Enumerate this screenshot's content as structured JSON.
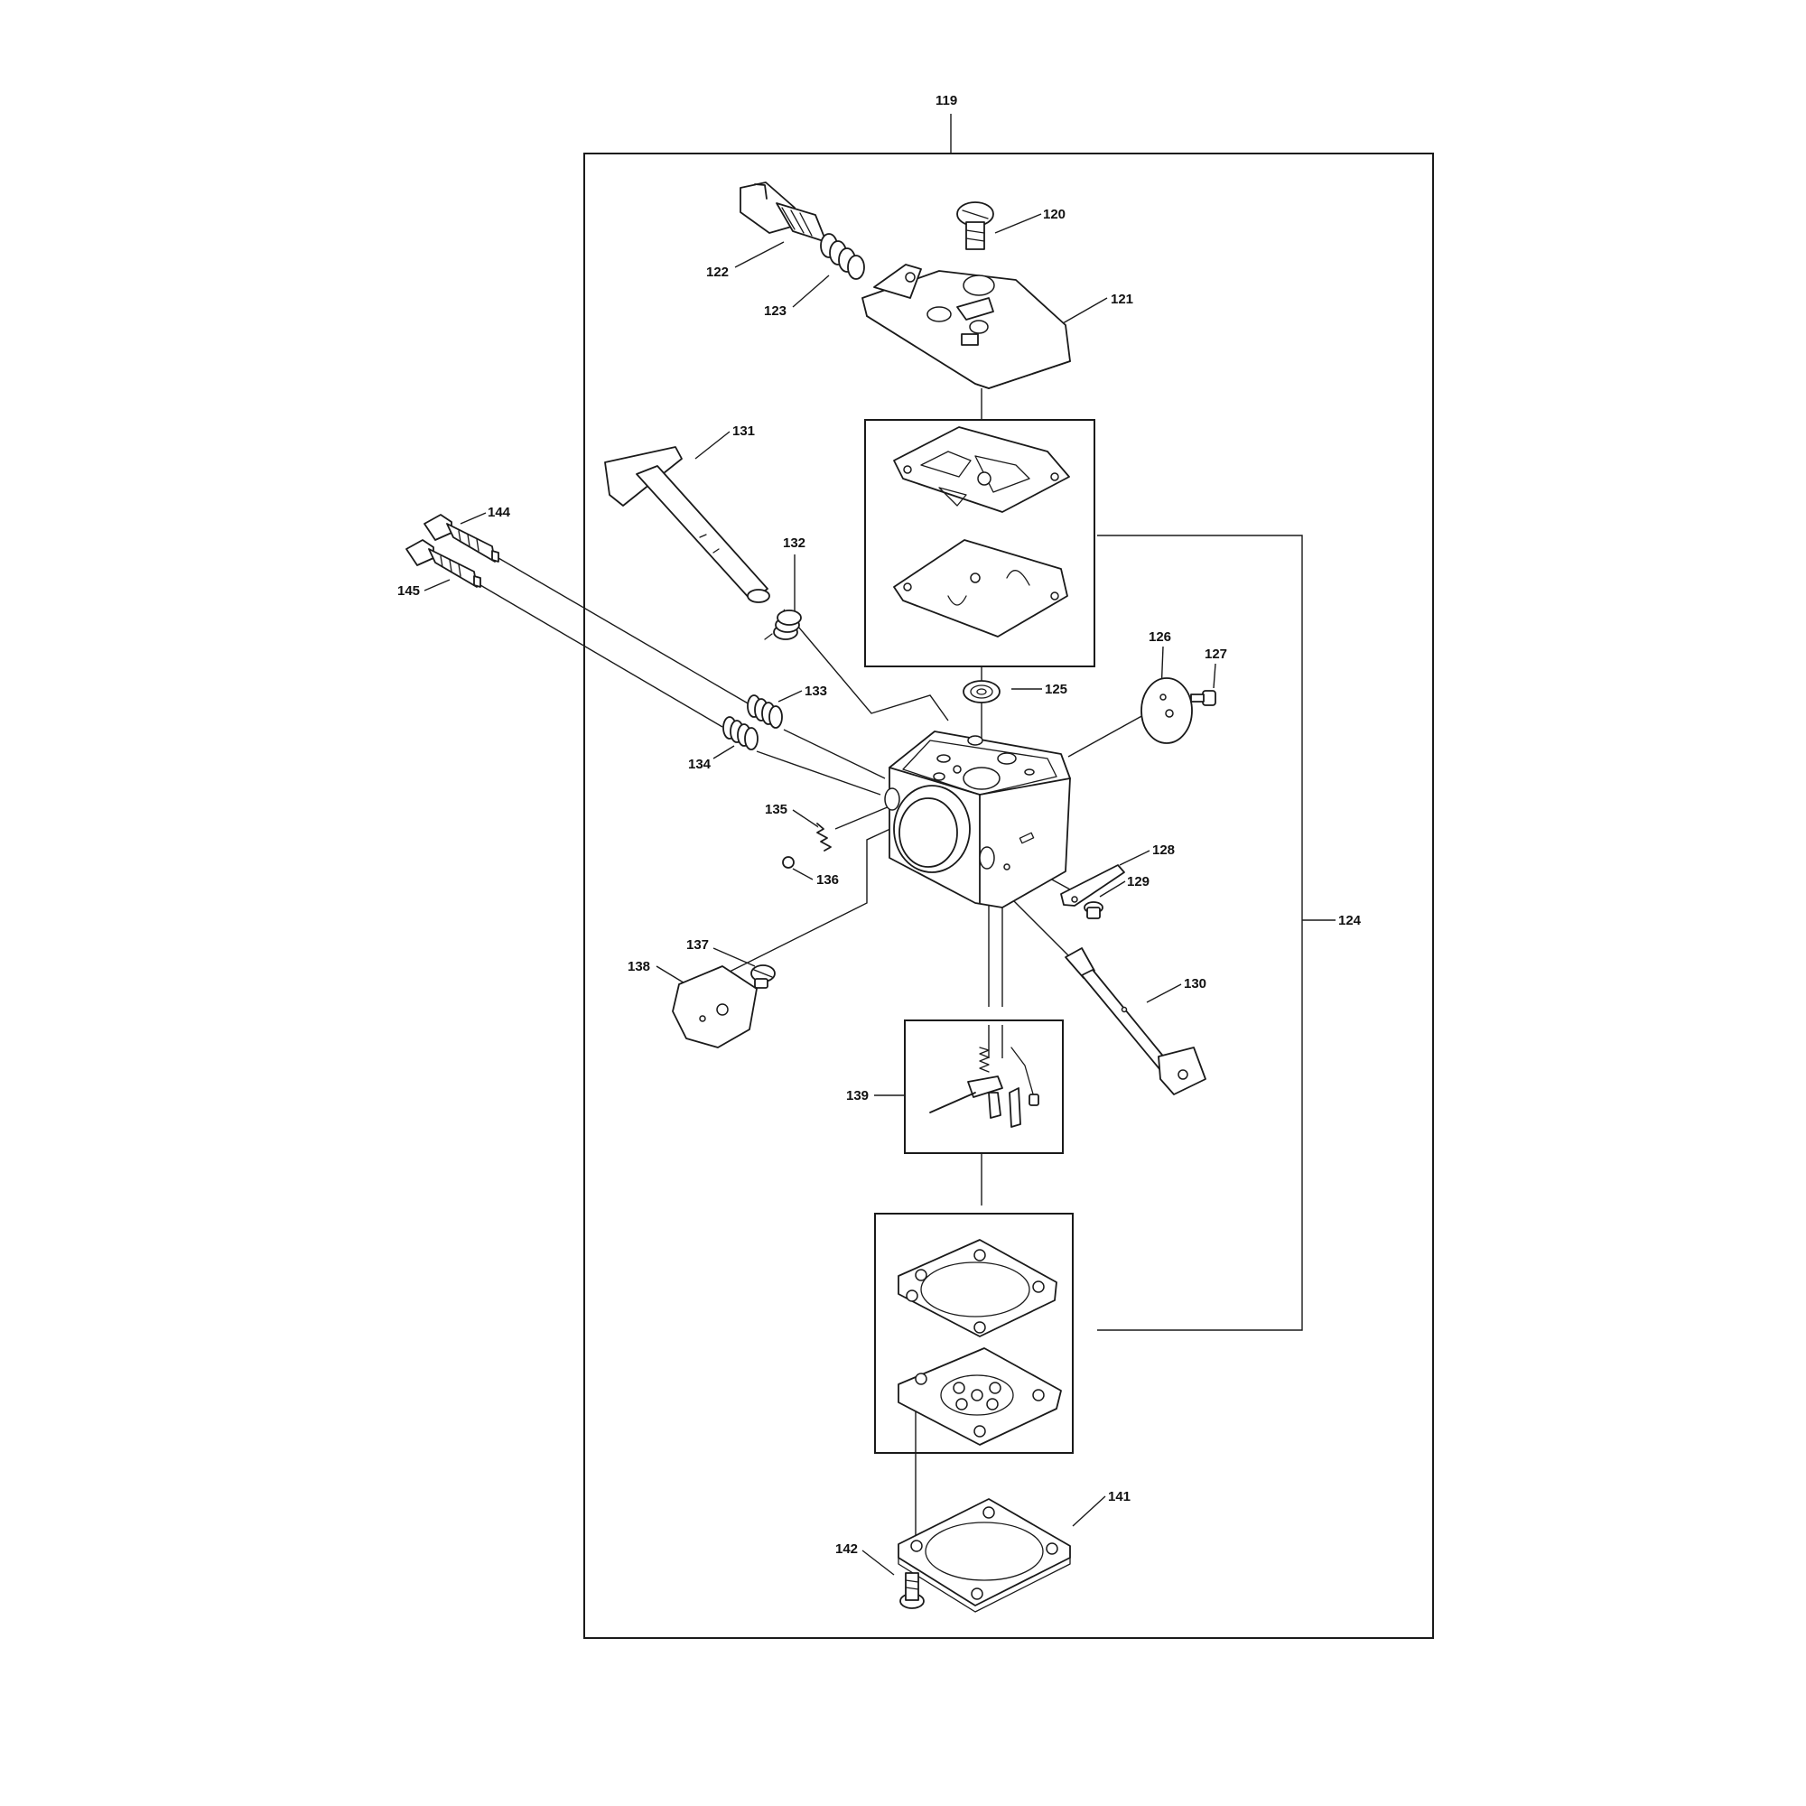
{
  "callouts": {
    "c119": "119",
    "c120": "120",
    "c121": "121",
    "c122": "122",
    "c123": "123",
    "c124": "124",
    "c125": "125",
    "c126": "126",
    "c127": "127",
    "c128": "128",
    "c129": "129",
    "c130": "130",
    "c131": "131",
    "c132": "132",
    "c133": "133",
    "c134": "134",
    "c135": "135",
    "c136": "136",
    "c137": "137",
    "c138": "138",
    "c139": "139",
    "c141": "141",
    "c142": "142",
    "c144": "144",
    "c145": "145"
  },
  "colors": {
    "line": "#1a1a1a",
    "background": "#ffffff"
  }
}
